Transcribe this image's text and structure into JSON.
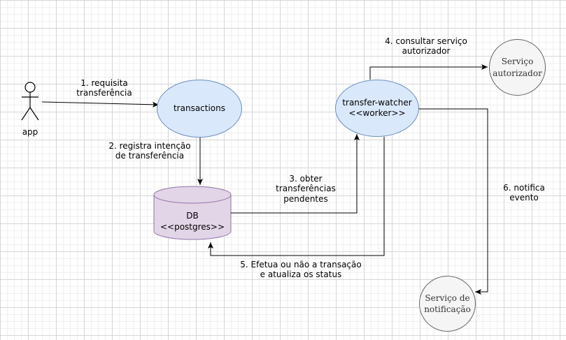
{
  "actor": {
    "label": "app"
  },
  "nodes": {
    "transactions": {
      "label": "transactions"
    },
    "transfer_watcher": {
      "label": "transfer-watcher\n<<worker>>"
    },
    "db": {
      "label": "DB\n<<postgres>>"
    },
    "servico_autorizador": {
      "label": "Serviço\nautorizador"
    },
    "servico_notificacao": {
      "label": "Serviço de\nnotificação"
    }
  },
  "edges": {
    "e1": {
      "label": "1. requisita\ntransferência"
    },
    "e2": {
      "label": "2. registra intenção\nde transferência"
    },
    "e3": {
      "label": "3. obter\ntransferências\npendentes"
    },
    "e4": {
      "label": "4. consultar serviço\nautorizador"
    },
    "e5": {
      "label": "5. Efetua ou não a transação\ne atualiza os status"
    },
    "e6": {
      "label": "6. notifica\nevento"
    }
  },
  "colors": {
    "blue_fill": "#dae8fc",
    "blue_stroke": "#6c8ebf",
    "purple_fill": "#e1d5e7",
    "purple_stroke": "#9673a6",
    "gray_fill": "#f5f5f5",
    "gray_stroke": "#666666"
  }
}
